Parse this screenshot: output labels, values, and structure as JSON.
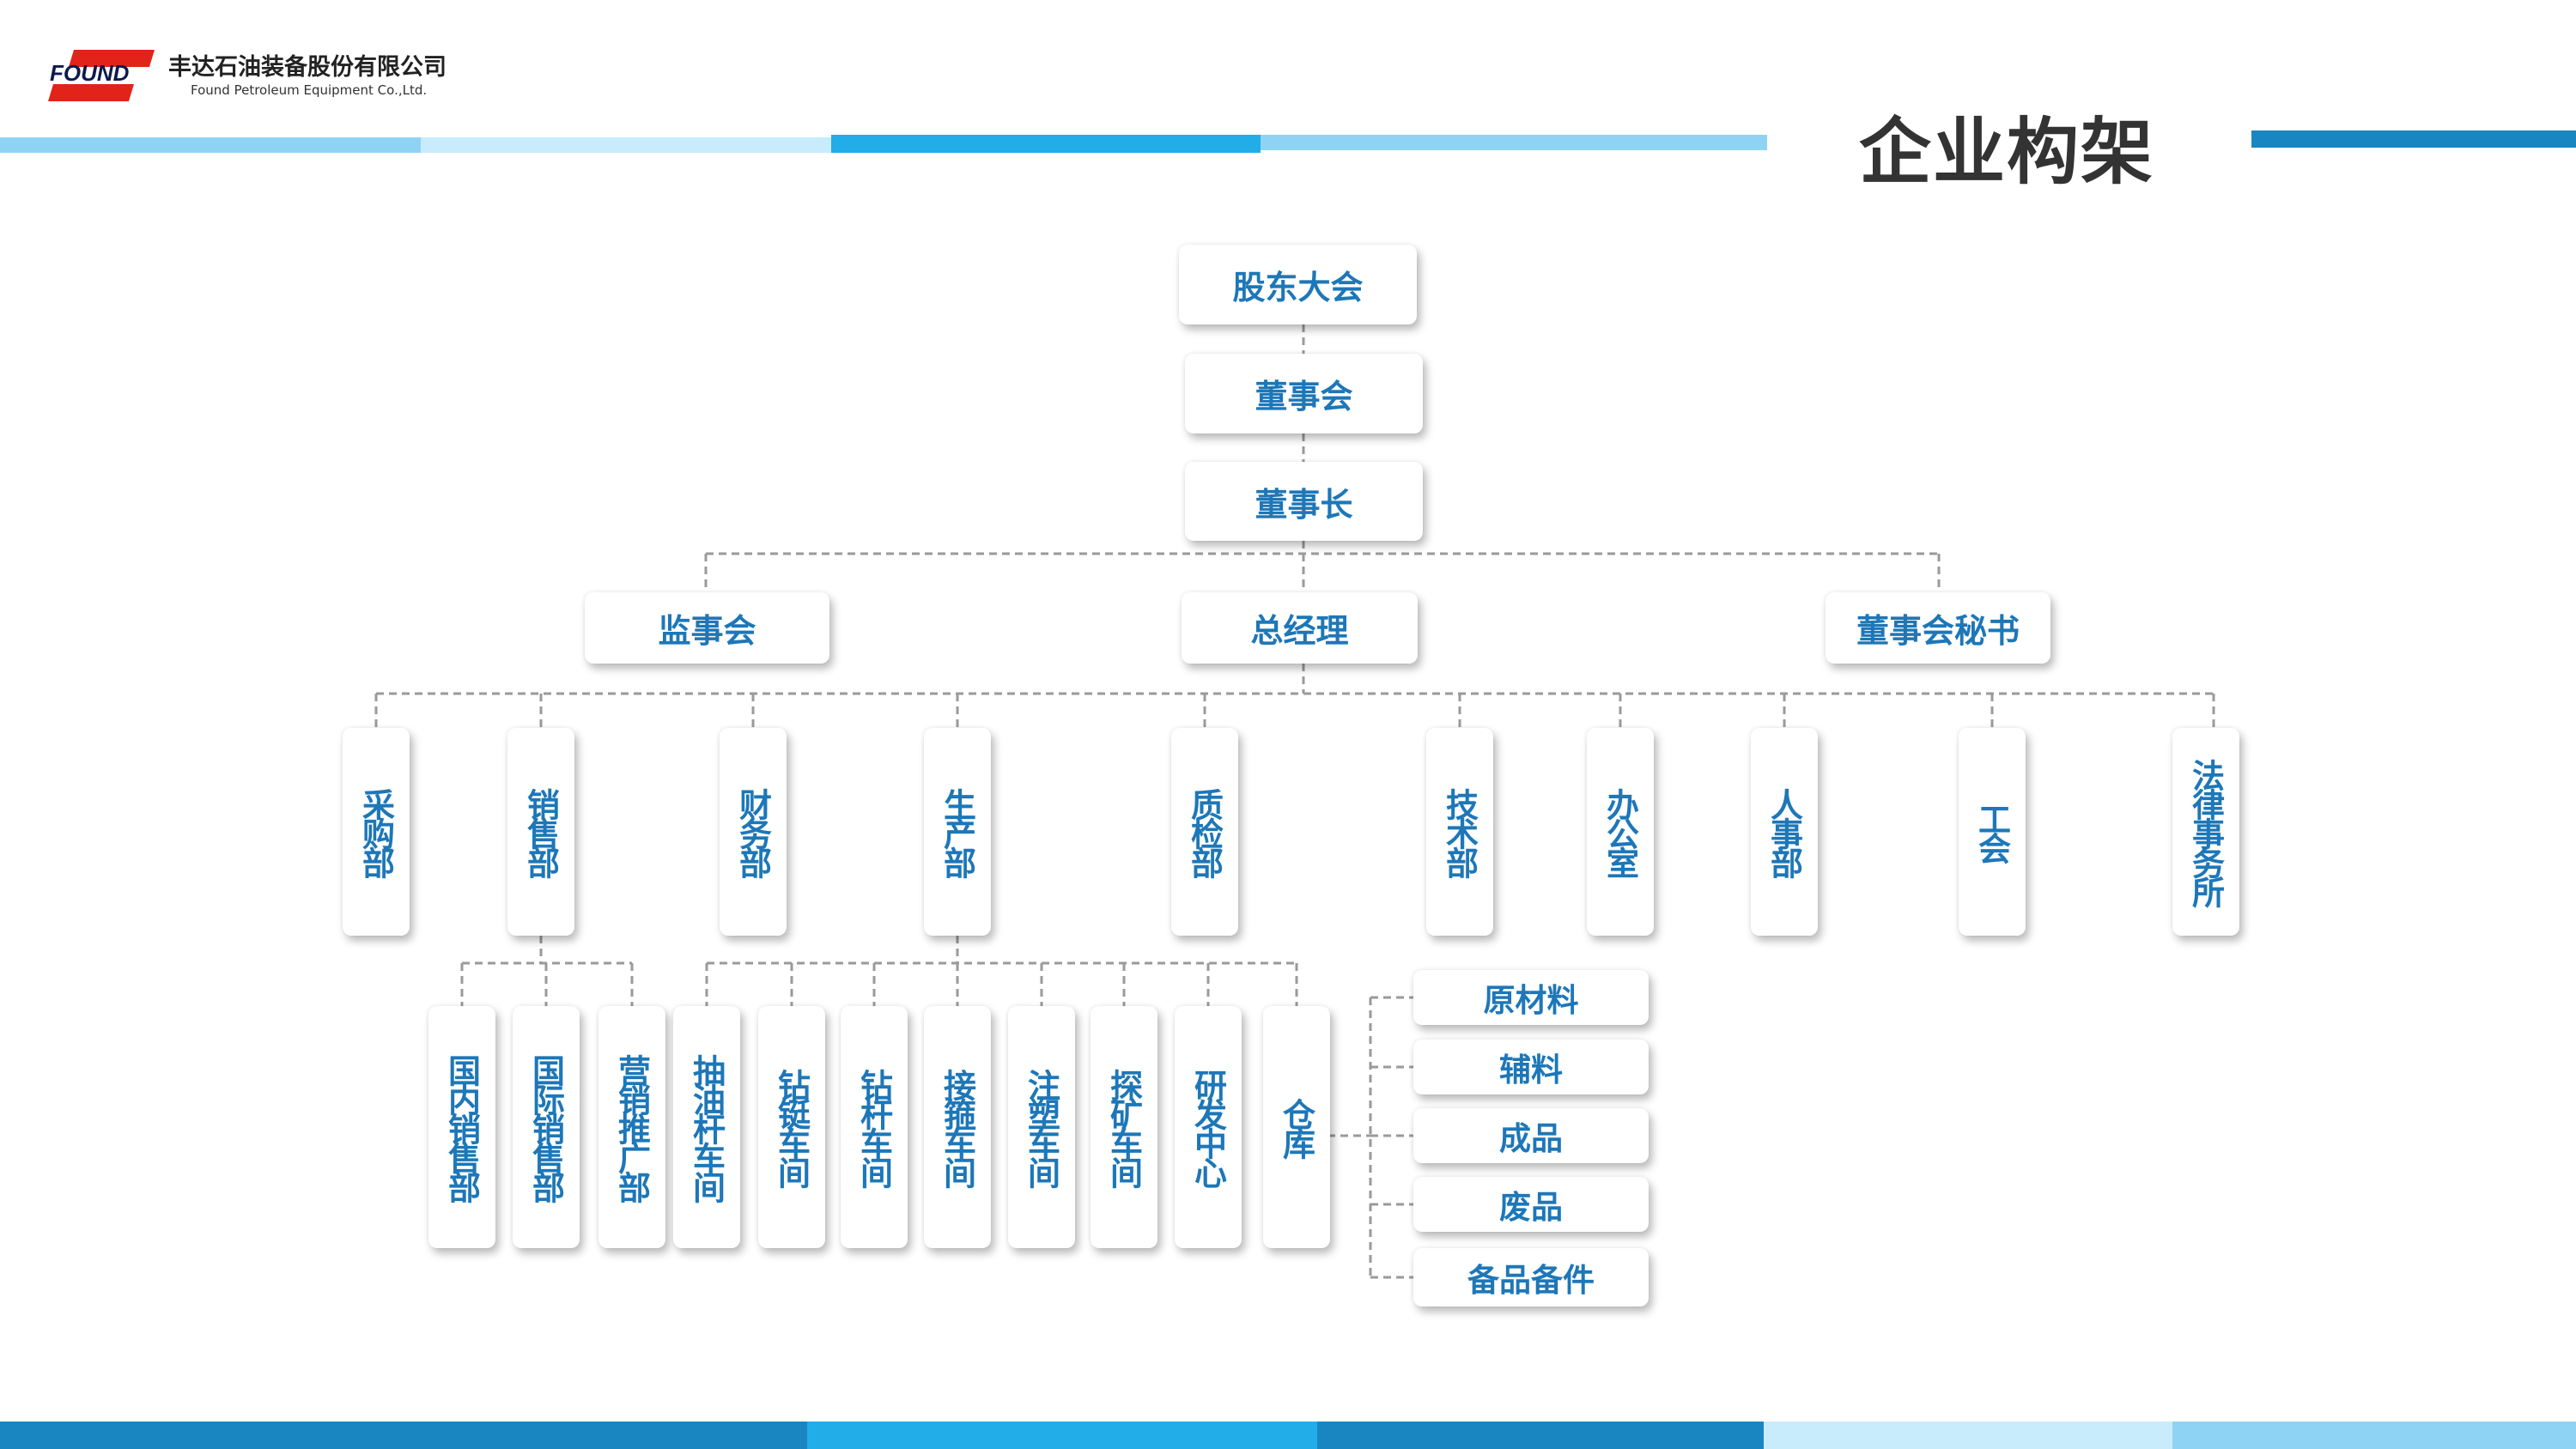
{
  "header": {
    "company_cn": "丰达石油装备股份有限公司",
    "company_en": "Found Petroleum Equipment Co.,Ltd.",
    "logo_text": "FOUND",
    "page_title": "企业构架"
  },
  "colors": {
    "node_text": "#1d77b8",
    "title_text": "#333333",
    "connector": "#9a9a9a",
    "bar_dark": "#1a86c1",
    "bar_mid": "#22ade8",
    "bar_light": "#8fd3f4",
    "bar_pale": "#c8ecfb",
    "logo_red": "#e2231a"
  },
  "org": {
    "top": [
      "股东大会",
      "董事会",
      "董事长"
    ],
    "level2": [
      "监事会",
      "总经理",
      "董事会秘书"
    ],
    "departments": [
      "采购部",
      "销售部",
      "财务部",
      "生产部",
      "质检部",
      "技术部",
      "办公室",
      "人事部",
      "工会",
      "法律事务所"
    ],
    "sales_subs": [
      "国内销售部",
      "国际销售部",
      "营销推广部"
    ],
    "production_subs": [
      "抽油杆车间",
      "钻铤车间",
      "钻杆车间",
      "接箍车间",
      "注塑车间",
      "探矿车间",
      "研发中心",
      "仓库"
    ],
    "warehouse_subs": [
      "原材料",
      "辅料",
      "成品",
      "废品",
      "备品备件"
    ]
  }
}
